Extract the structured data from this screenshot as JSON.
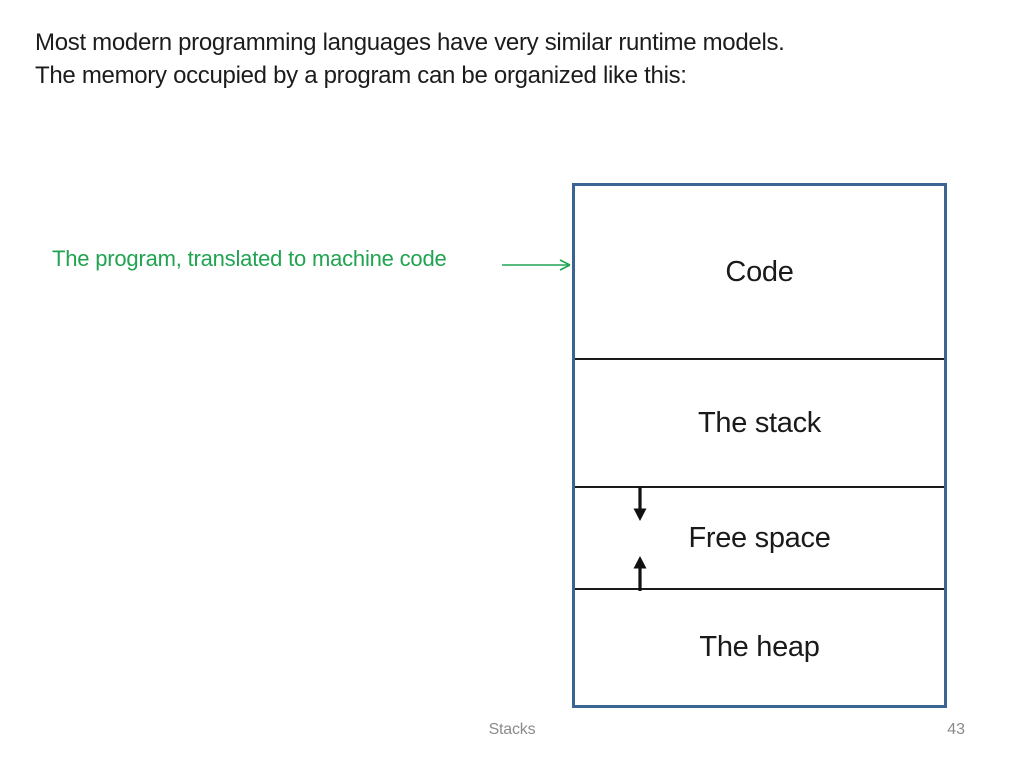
{
  "slide": {
    "title": {
      "line1": "Most modern programming languages have very similar runtime models.",
      "line2": "The memory occupied by a program can be organized like this:"
    },
    "annotation": {
      "label": "The program, translated to machine code",
      "arrow_icon": "green-right-arrow"
    },
    "memory_diagram": {
      "sections": [
        {
          "label": "Code"
        },
        {
          "label": "The stack"
        },
        {
          "label": "Free space"
        },
        {
          "label": "The heap"
        }
      ],
      "arrow_icons": [
        "stack-grows-down-arrow",
        "heap-grows-up-arrow"
      ]
    },
    "footer": {
      "section_title": "Stacks",
      "slide_number": "43"
    }
  },
  "colors": {
    "annotation_green": "#21a351",
    "box_border_blue": "#3c6493",
    "divider_black": "#1a1a1a",
    "body_text": "#1c1c1c",
    "footer_gray": "#8b8b8b",
    "background": "#ffffff"
  }
}
